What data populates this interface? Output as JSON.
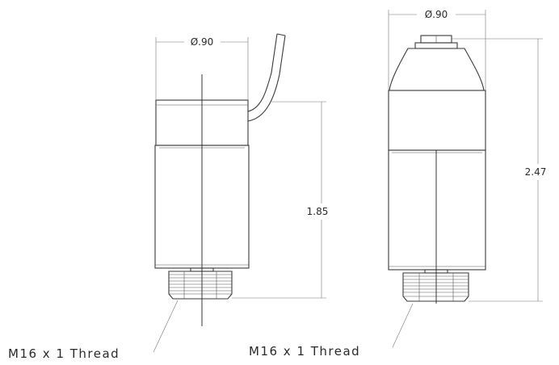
{
  "left_view": {
    "diameter_label": "Ø.90",
    "height_label": "1.85",
    "thread_label": "M16 x 1 Thread"
  },
  "right_view": {
    "diameter_label": "Ø.90",
    "height_label": "2.47",
    "thread_label": "M16 x 1 Thread"
  },
  "colors": {
    "line": "#3a3a3a",
    "text": "#2a2a2a",
    "background": "#ffffff"
  }
}
